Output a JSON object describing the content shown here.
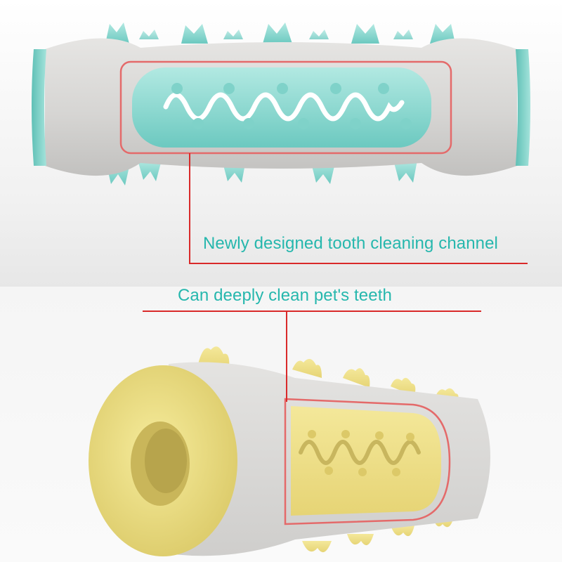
{
  "image": {
    "subject": "dog chew toothbrush toy",
    "top_toy_accent": "#8fd8d0",
    "bottom_toy_accent": "#ecdc86",
    "body_color": "#d9d8d6",
    "highlight_frame_color": "#e46a6a"
  },
  "annotations": {
    "top_caption": "Newly designed tooth cleaning channel",
    "bottom_caption": "Can deeply clean pet's teeth",
    "text_color": "#26b7ad",
    "leader_line_color": "#d92a2a"
  }
}
